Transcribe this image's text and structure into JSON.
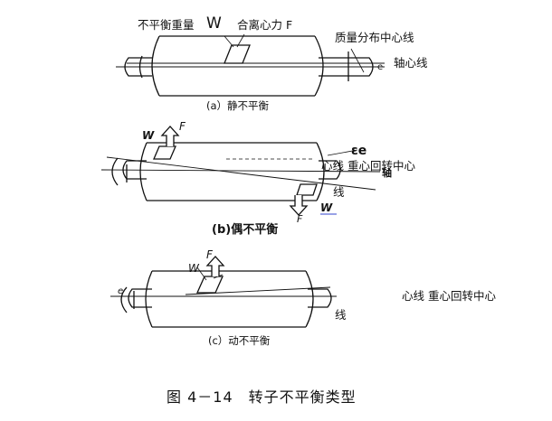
{
  "figure": {
    "title": "图 4－14　转子不平衡类型"
  },
  "panel_a": {
    "caption": "(a）静不平衡",
    "label_unbalance_weight": "不平衡重量",
    "label_W": "W",
    "label_resultant_force": "合离心力 F",
    "label_mass_axis": "质量分布中心线",
    "label_e": "e",
    "label_shaft_axis": "轴心线"
  },
  "panel_b": {
    "caption": "(b)偶不平衡",
    "label_W_top": "W",
    "label_F_top": "F",
    "label_W_bottom": "W",
    "label_F_bottom": "F",
    "label_e": "εe",
    "label_rotation_center": "心线 重心回转中心",
    "label_axis_fragment": "轴",
    "label_line_fragment": "线"
  },
  "panel_c": {
    "caption": "(c）动不平衡",
    "label_W": "W",
    "label_F": "F",
    "label_e": "e",
    "label_rotation_center": "心线  重心回转中心",
    "label_line_fragment": "线"
  }
}
